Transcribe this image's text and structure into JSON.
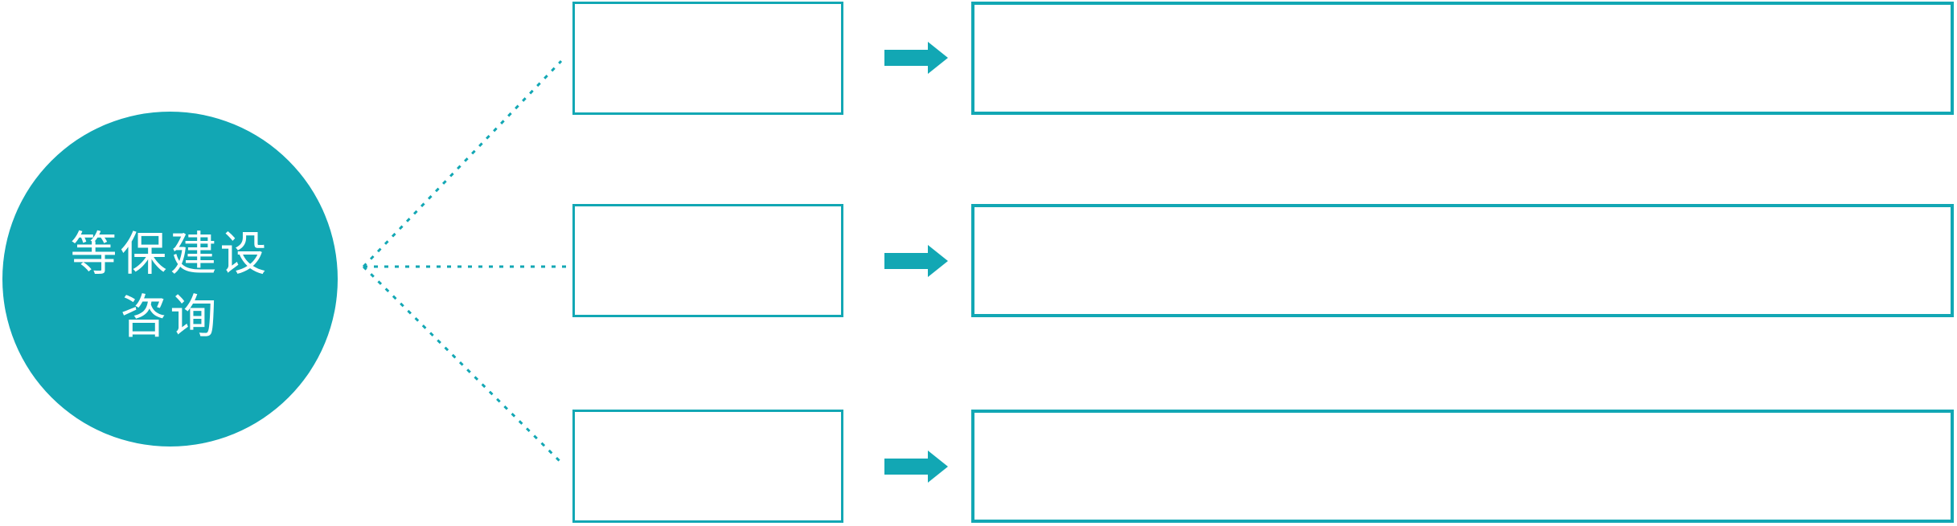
{
  "colors": {
    "accent": "#12A7B4",
    "background": "#FFFFFF",
    "box_fill": "#FFFFFF",
    "circle_text": "#FFFFFF"
  },
  "circle": {
    "label": "等保建设咨询",
    "lines": [
      "等保建设",
      "咨询"
    ]
  },
  "rows": [
    {
      "box_label": "",
      "arrow_icon": "arrow-right",
      "detail_label": ""
    },
    {
      "box_label": "",
      "arrow_icon": "arrow-right",
      "detail_label": ""
    },
    {
      "box_label": "",
      "arrow_icon": "arrow-right",
      "detail_label": ""
    }
  ],
  "connectors": {
    "style": "dotted",
    "count": 3
  }
}
